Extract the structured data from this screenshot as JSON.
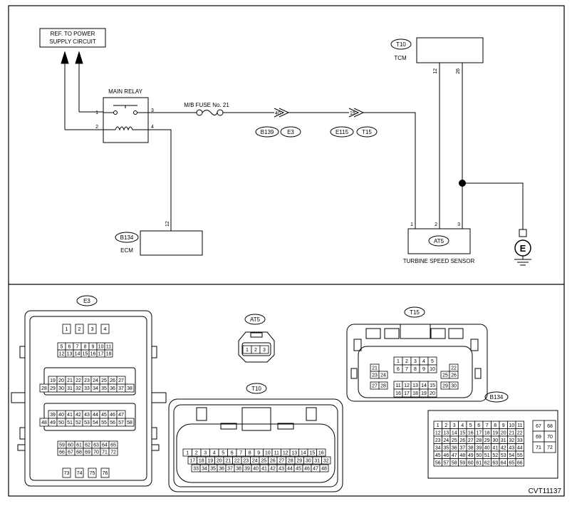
{
  "page_id": "CVT11137",
  "schematic": {
    "ref_box": [
      "REF. TO POWER",
      "SUPPLY CIRCUIT"
    ],
    "main_relay": {
      "label": "MAIN RELAY",
      "pins": {
        "p1": "1",
        "p2": "2",
        "p3": "3",
        "p4": "4"
      }
    },
    "fuse_label": "M/B FUSE No. 21",
    "junction_b139": {
      "pin": "40",
      "tag1": "B139",
      "tag2": "E3"
    },
    "junction_e115": {
      "pin": "19",
      "tag1": "E115",
      "tag2": "T15"
    },
    "tcm": {
      "tag": "T10",
      "label": "TCM",
      "pin_a": "12",
      "pin_b": "26"
    },
    "ecm": {
      "tag": "B134",
      "label": "ECM",
      "pin": "12"
    },
    "sensor": {
      "tag": "AT5",
      "label": "TURBINE SPEED SENSOR",
      "pins": {
        "p1": "1",
        "p2": "2",
        "p3": "3"
      }
    },
    "ground_label": "E"
  },
  "connectors": {
    "e3": {
      "tag": "E3",
      "rows": [
        [
          "1",
          "2",
          "3",
          "4"
        ],
        [
          "5",
          "6",
          "7",
          "8",
          "9",
          "10",
          "11"
        ],
        [
          "12",
          "13",
          "14",
          "15",
          "16",
          "17",
          "18"
        ],
        [
          "19",
          "20",
          "21",
          "22",
          "23",
          "24",
          "25",
          "26",
          "27"
        ],
        [
          "28",
          "29",
          "30",
          "31",
          "32",
          "33",
          "34",
          "35",
          "36",
          "37",
          "38"
        ],
        [
          "39",
          "40",
          "41",
          "42",
          "43",
          "44",
          "45",
          "46",
          "47"
        ],
        [
          "48",
          "49",
          "50",
          "51",
          "52",
          "53",
          "54",
          "55",
          "56",
          "57",
          "58"
        ],
        [
          "59",
          "60",
          "61",
          "62",
          "63",
          "64",
          "65"
        ],
        [
          "66",
          "67",
          "68",
          "69",
          "70",
          "71",
          "72"
        ],
        [
          "73",
          "74",
          "75",
          "76"
        ]
      ]
    },
    "at5": {
      "tag": "AT5",
      "rows": [
        [
          "1",
          "2",
          "3"
        ]
      ]
    },
    "t15": {
      "tag": "T15",
      "center_rows": [
        [
          "1",
          "2",
          "3",
          "4",
          "5"
        ],
        [
          "6",
          "7",
          "8",
          "9",
          "10"
        ],
        [
          "11",
          "12",
          "13",
          "14",
          "15"
        ],
        [
          "16",
          "17",
          "18",
          "19",
          "20"
        ]
      ],
      "left_rows": [
        [
          "21"
        ],
        [
          "23",
          "24"
        ],
        [
          "27",
          "28"
        ]
      ],
      "right_rows": [
        [
          "22"
        ],
        [
          "25",
          "26"
        ],
        [
          "29",
          "30"
        ]
      ]
    },
    "t10": {
      "tag": "T10",
      "rows": [
        [
          "1",
          "2",
          "3",
          "4",
          "5",
          "6",
          "7",
          "8",
          "9",
          "10",
          "11",
          "12",
          "13",
          "14",
          "15",
          "16"
        ],
        [
          "17",
          "18",
          "19",
          "20",
          "21",
          "22",
          "23",
          "24",
          "25",
          "26",
          "27",
          "28",
          "29",
          "30",
          "31",
          "32"
        ],
        [
          "33",
          "34",
          "35",
          "36",
          "37",
          "38",
          "39",
          "40",
          "41",
          "42",
          "43",
          "44",
          "45",
          "46",
          "47",
          "48"
        ]
      ]
    },
    "b134": {
      "tag": "B134",
      "rows": [
        [
          "1",
          "2",
          "3",
          "4",
          "5",
          "6",
          "7",
          "8",
          "9",
          "10",
          "11"
        ],
        [
          "12",
          "13",
          "14",
          "15",
          "16",
          "17",
          "18",
          "19",
          "20",
          "21",
          "22"
        ],
        [
          "23",
          "24",
          "25",
          "26",
          "27",
          "28",
          "29",
          "30",
          "31",
          "32",
          "33"
        ],
        [
          "34",
          "35",
          "36",
          "37",
          "38",
          "39",
          "40",
          "41",
          "42",
          "43",
          "44"
        ],
        [
          "45",
          "46",
          "47",
          "48",
          "49",
          "50",
          "51",
          "52",
          "53",
          "54",
          "55"
        ],
        [
          "56",
          "57",
          "58",
          "59",
          "60",
          "61",
          "62",
          "63",
          "64",
          "65",
          "66"
        ]
      ],
      "side_rows": [
        [
          "67",
          "68"
        ],
        [
          "69",
          "70"
        ],
        [
          "71",
          "72"
        ]
      ]
    }
  }
}
